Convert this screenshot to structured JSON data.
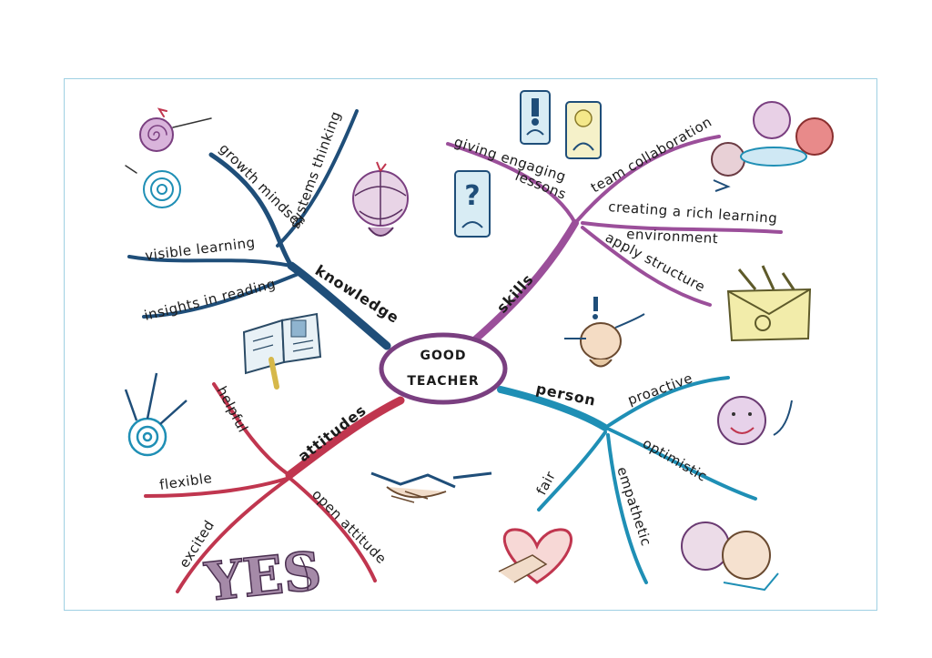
{
  "center": {
    "line1": "GOOD",
    "line2": "TEACHER"
  },
  "branches": {
    "knowledge": {
      "label": "knowledge",
      "color": "#1f4e79",
      "children": [
        "growth mindset",
        "systems thinking",
        "visible learning",
        "insights in reading"
      ]
    },
    "skills": {
      "label": "skills",
      "color": "#9b4f9a",
      "children": [
        "giving engaging",
        "lessons",
        "team collaboration",
        "creating a rich learning",
        "environment",
        "apply structure"
      ]
    },
    "attitudes": {
      "label": "attitudes",
      "color": "#c0364f",
      "children": [
        "helpful",
        "flexible",
        "open attitude",
        "excited"
      ]
    },
    "person": {
      "label": "person",
      "color": "#1f8fb5",
      "children": [
        "proactive",
        "optimistic",
        "fair",
        "empathetic"
      ]
    }
  },
  "yes_word": "YES",
  "icons": [
    "spiral-target-icon",
    "globe-person-icon",
    "book-icon",
    "exclamation-card-icon",
    "lightbulb-card-icon",
    "question-card-icon",
    "team-table-icon",
    "toolbox-icon",
    "thinking-person-icon",
    "spiral-arrows-icon",
    "handshake-icon",
    "smiling-face-icon",
    "heart-hand-icon",
    "two-people-icon"
  ]
}
